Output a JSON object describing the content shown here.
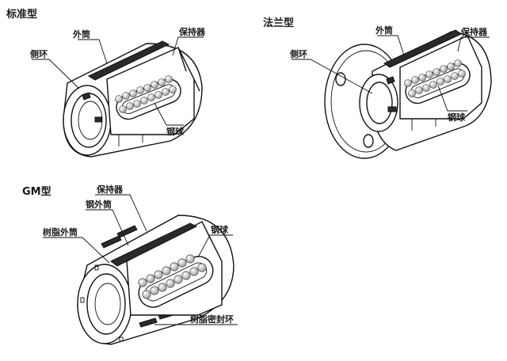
{
  "panels": {
    "standard": {
      "title": "标准型",
      "labels": {
        "outer": "外筒",
        "cage": "保持器",
        "side": "侧环",
        "ball": "钢球"
      }
    },
    "flange": {
      "title": "法兰型",
      "labels": {
        "outer": "外筒",
        "cage": "保持器",
        "side": "侧环",
        "ball": "钢球"
      }
    },
    "gm": {
      "title": "GM型",
      "labels": {
        "cage": "保持器",
        "steel_outer": "钢外筒",
        "resin_outer": "树脂外筒",
        "ball": "钢球",
        "seal": "树脂密封环"
      }
    }
  }
}
